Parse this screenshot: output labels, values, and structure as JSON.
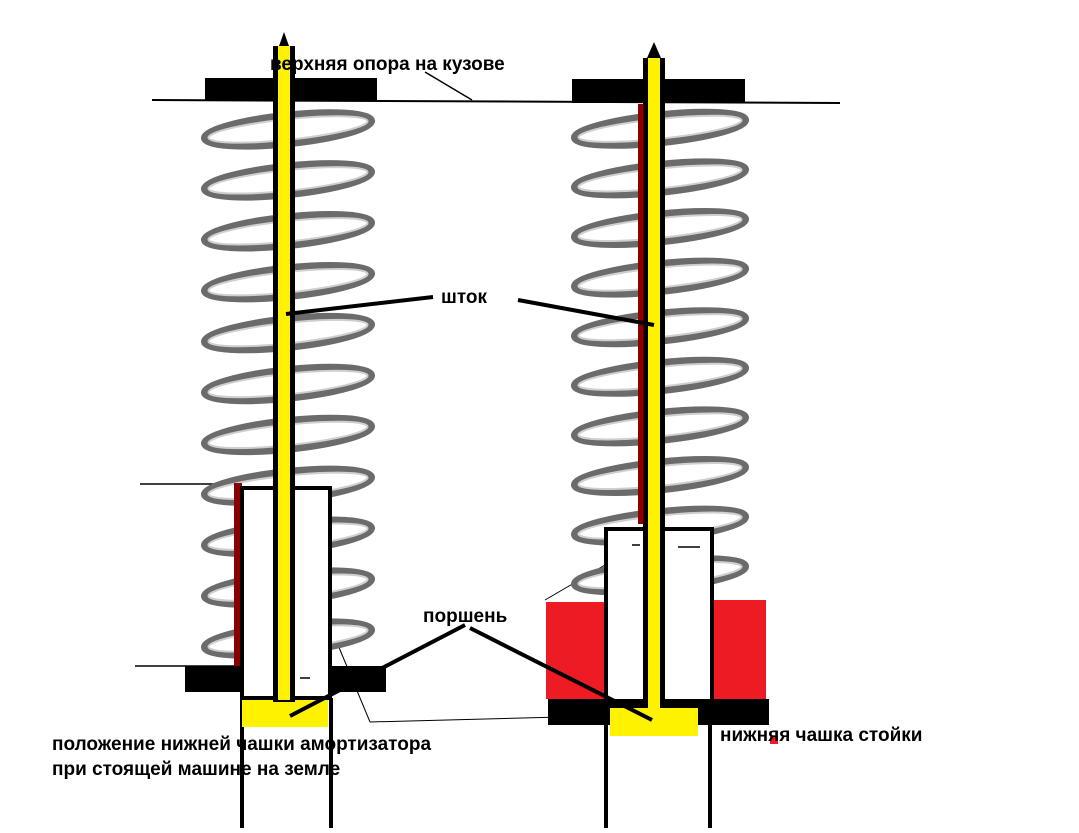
{
  "labels": {
    "top_mount": "верхняя опора на кузове",
    "rod": "шток",
    "piston": "поршень",
    "lower_cup_strut": "нижняя чашка стойки",
    "lower_cup_position_line1": "положение нижней чашки амортизатора",
    "lower_cup_position_line2": "при стоящей машине на земле"
  },
  "colors": {
    "rod": "#fff200",
    "spring": "#6b6b6b",
    "mount": "#000000",
    "red_fill": "#ed1c24",
    "dark_red": "#8b0000",
    "piston": "#fff200"
  }
}
